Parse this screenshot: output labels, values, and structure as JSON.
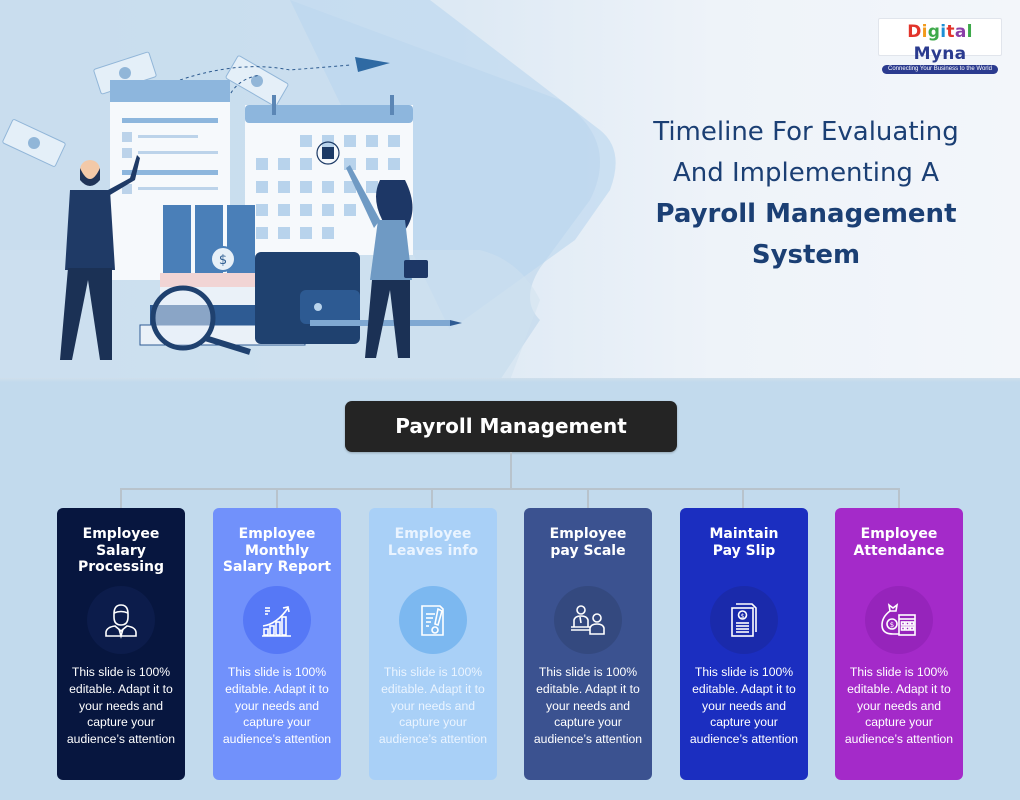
{
  "logo": {
    "word": "Digital Myna",
    "letters": [
      {
        "char": "D",
        "color": "#e2342b"
      },
      {
        "char": "i",
        "color": "#f29b1d"
      },
      {
        "char": "g",
        "color": "#3da94a"
      },
      {
        "char": "i",
        "color": "#1c8fd6"
      },
      {
        "char": "t",
        "color": "#e2342b"
      },
      {
        "char": "a",
        "color": "#8b3fa8"
      },
      {
        "char": "l",
        "color": "#3da94a"
      },
      {
        "char": " ",
        "color": "#000000"
      },
      {
        "char": "M",
        "color": "#2b3b8f"
      },
      {
        "char": "y",
        "color": "#2b3b8f"
      },
      {
        "char": "n",
        "color": "#2b3b8f"
      },
      {
        "char": "a",
        "color": "#2b3b8f"
      }
    ],
    "tagline": "Connecting Your Business to the World"
  },
  "header": {
    "title_line1": "Timeline For Evaluating",
    "title_line2": "And Implementing A",
    "title_line3": "Payroll Management System"
  },
  "diagram": {
    "root": "Payroll Management",
    "cards": [
      {
        "title": "Employee Salary Processing",
        "title_lines": [
          "Employee",
          "Salary",
          "Processing"
        ],
        "icon": "employee-icon",
        "bg": "#07163f",
        "circle": "#0c1c4b",
        "text_color": "#ffffff",
        "body": "This slide is 100% editable. Adapt it to your needs and capture your audience’s attention"
      },
      {
        "title": "Employee Monthly Salary Report",
        "title_lines": [
          "Employee",
          "Monthly",
          "Salary Report"
        ],
        "icon": "growth-chart-icon",
        "bg": "#7191fb",
        "circle": "#5678f6",
        "text_color": "#ffffff",
        "body": "This slide is 100% editable. Adapt it to your needs and capture your audience’s attention"
      },
      {
        "title": "Employee Leaves info",
        "title_lines": [
          "Employee",
          "Leaves info"
        ],
        "icon": "leave-document-icon",
        "bg": "#a9d0f7",
        "circle": "#7cb8f0",
        "text_color": "#eaf4ff",
        "body": "This slide is 100% editable. Adapt it to your needs and capture your audience’s attention"
      },
      {
        "title": "Employee pay Scale",
        "title_lines": [
          "Employee",
          "pay Scale"
        ],
        "icon": "meeting-people-icon",
        "bg": "#3b5290",
        "circle": "#34497f",
        "text_color": "#ffffff",
        "body": "This slide is 100% editable. Adapt it to your needs and capture your audience’s attention"
      },
      {
        "title": "Maintain Pay Slip",
        "title_lines": [
          "Maintain",
          "Pay Slip"
        ],
        "icon": "payslip-icon",
        "bg": "#1b2ec0",
        "circle": "#1a2aab",
        "text_color": "#ffffff",
        "body": "This slide is 100% editable. Adapt it to your needs and capture your audience’s attention"
      },
      {
        "title": "Employee Attendance",
        "title_lines": [
          "Employee",
          "Attendance"
        ],
        "icon": "money-calculator-icon",
        "bg": "#a42ac9",
        "circle": "#9624bb",
        "text_color": "#ffffff",
        "body": "This slide is 100% editable. Adapt it to your needs and capture your audience’s attention"
      }
    ]
  },
  "colors": {
    "page_bg": "#c2daed",
    "title": "#1b3f74",
    "root_box": "#242424",
    "connector": "#b8c3cc"
  }
}
